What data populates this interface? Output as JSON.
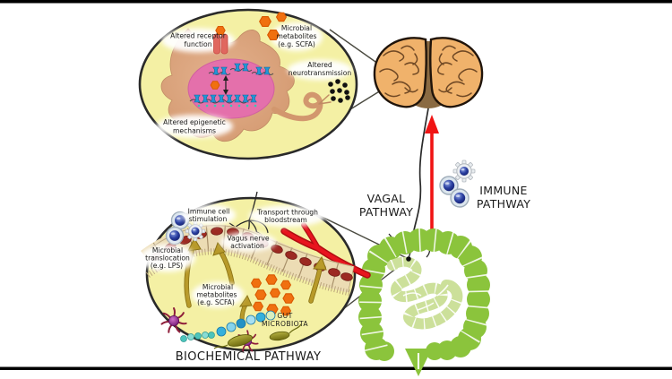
{
  "figure": {
    "type": "gut-brain-axis-diagram"
  },
  "colors": {
    "inset_background": "#f4f0a4",
    "inset_outline": "#2a2a2a",
    "neuron_body": "#d9a27c",
    "nucleus_pink": "#e470ab",
    "histone_blue": "#2196d6",
    "scfa_orange": "#f07010",
    "receptor_red": "#e0675f",
    "epithelium_tan": "#ecdcb4",
    "epithelium_nucleus": "#9c2a22",
    "arrow_olive": "#b89a2a",
    "vessel_red": "#e8141e",
    "pathway_arrow_red": "#f01414",
    "immune_cell_blue": "#2a3fa0",
    "gut_green": "#8bc43c",
    "small_intestine_green": "#cce09a",
    "brain_tan": "#f0b26b",
    "label_text": "#1a1a1a"
  },
  "icons": {
    "brain": "brain-top-view-illustration",
    "gut": "intestines-illustration",
    "immune_cells": "immune-cells-icon",
    "neuron": "neuron-cell-illustration",
    "microbes": "gut-microbes-icons",
    "red_arrow": "upward-red-arrow",
    "vagus_nerve": "vagus-nerve-line"
  },
  "neuron_inset": {
    "labels": {
      "altered_receptor": [
        "Altered receptor",
        "function"
      ],
      "microbial_metabolites": [
        "Microbial",
        "metabolites",
        "(e.g. SCFA)"
      ],
      "altered_neurotransmission": [
        "Altered",
        "neurotransmission"
      ],
      "altered_epigenetic": [
        "Altered epigenetic",
        "mechanisms"
      ]
    }
  },
  "gut_inset": {
    "labels": {
      "immune_cell_stimulation": [
        "Immune cell",
        "stimulation"
      ],
      "transport_bloodstream": [
        "Transport through",
        "bloodstream"
      ],
      "vagus_activation": [
        "Vagus nerve",
        "activation"
      ],
      "microbial_translocation": [
        "Microbial",
        "translocation",
        "(e.g. LPS)"
      ],
      "microbial_metabolites": [
        "Microbial",
        "metabolites",
        "(e.g. SCFA)"
      ],
      "gut_microbiota": [
        "GUT",
        "MICROBIOTA"
      ]
    }
  },
  "pathways": {
    "vagal": [
      "VAGAL",
      "PATHWAY"
    ],
    "immune": [
      "IMMUNE",
      "PATHWAY"
    ],
    "biochemical": "BIOCHEMICAL PATHWAY"
  }
}
